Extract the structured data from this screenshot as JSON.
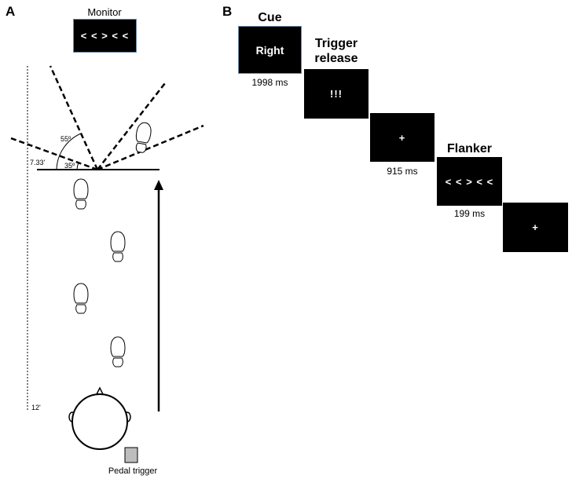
{
  "panel_a": {
    "label": "A",
    "monitor_label": "Monitor",
    "monitor_stimulus": "< < > < <",
    "angle_55": "55º",
    "angle_35": "35º",
    "distance_near": "7.33'",
    "distance_far": "12'",
    "pedal_label": "Pedal trigger"
  },
  "panel_b": {
    "label": "B",
    "screens": [
      {
        "title": "Cue",
        "content": "Right",
        "duration": "1998 ms"
      },
      {
        "title": "Trigger\nrelease",
        "content": "!!!",
        "duration": ""
      },
      {
        "title": "",
        "content": "+",
        "duration": "915 ms"
      },
      {
        "title": "Flanker",
        "content": "< < > < <",
        "duration": "199 ms"
      },
      {
        "title": "",
        "content": "+",
        "duration": ""
      }
    ]
  },
  "colors": {
    "screen_bg": "#000000",
    "screen_text": "#ffffff",
    "pedal_fill": "#bdbdbd"
  }
}
